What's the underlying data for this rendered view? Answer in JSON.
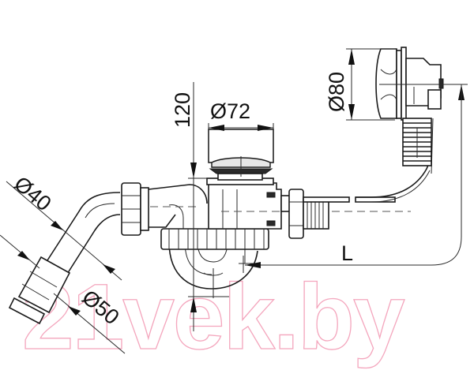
{
  "diagram": {
    "subject": "bath siphon with overflow",
    "line_color": "#1a1a1a",
    "watermark_color": "#f4a6bd",
    "dimensions": {
      "outlet_diameter": "Ø40",
      "outlet_outer_diameter": "Ø50",
      "drain_plug_diameter": "Ø72",
      "overflow_diameter": "Ø80",
      "drain_height": "120",
      "length": "L"
    },
    "components": [
      "drain-plug",
      "trap-body",
      "union-nut",
      "angled-outlet-pipe",
      "overflow-cover",
      "corrugated-overflow-hose",
      "cable"
    ]
  },
  "watermark": {
    "text": "21vek.by"
  }
}
